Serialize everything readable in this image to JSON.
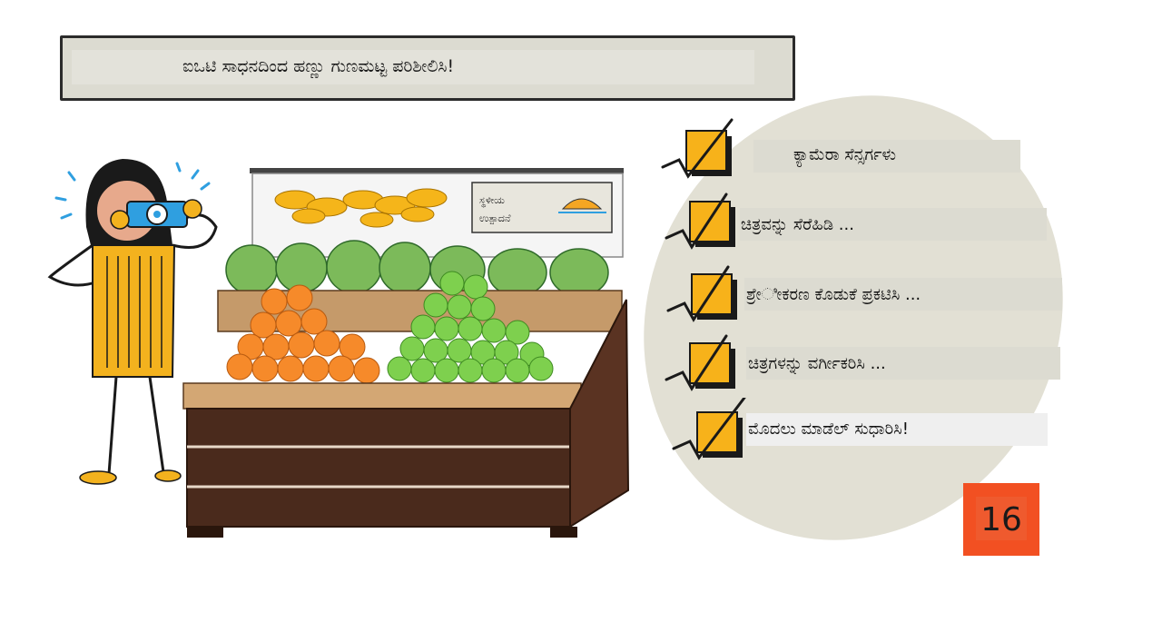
{
  "title": "ಐಒಟಿ ಸಾಧನದಿಂದ ಹಣ್ಣು ಗುಣಮಟ್ಟ ಪರಿಶೀಲಿಸಿ!",
  "stall_sign": {
    "line1": "ಸ್ಥಳೀಯ",
    "line2": "ಉತ್ಪಾದನೆ"
  },
  "checklist": [
    {
      "label": "ಕ್ಯಾಮೆರಾ ಸೆನ್ಸರ್ಗಳು"
    },
    {
      "label": "ಚಿತ್ರವನ್ನು ಸೆರೆಹಿಡಿ ..."
    },
    {
      "label": "ಶ್ರೇ​ೀಕರಣ ಕೊಡುಕೆ ಪ್ರಕಟಿಸಿ ..."
    },
    {
      "label": "ಚಿತ್ರಗಳನ್ನು ವರ್ಗೀಕರಿಸಿ ..."
    },
    {
      "label": "ಮೊದಲು ಮಾಡೆಲ್ ಸುಧಾರಿಸಿ!"
    }
  ],
  "page_number": "16",
  "colors": {
    "accent_orange": "#f25022",
    "check_yellow": "#f7b21a",
    "panel_beige": "#dcdbd1",
    "oval_beige": "#e2e0d4"
  }
}
